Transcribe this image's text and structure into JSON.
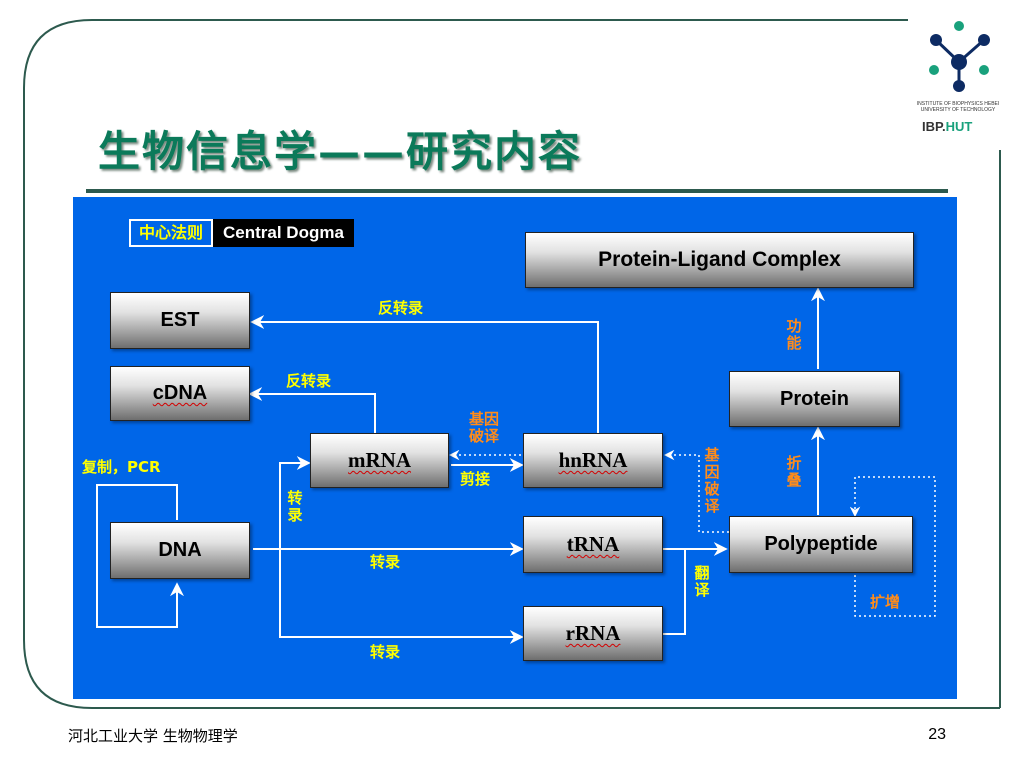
{
  "slide": {
    "title": "生物信息学——研究内容",
    "footer_left": "河北工业大学  生物物理学",
    "page_number": "23"
  },
  "logo": {
    "institute_text": "INSTITUTE OF BIOPHYSICS HEBEI UNIVERSITY OF TECHNOLOGY",
    "brand_main": "IBP.",
    "brand_accent": "HUT",
    "colors": {
      "teal": "#19a17c",
      "navy": "#0d2b63"
    }
  },
  "diagram": {
    "background": "#0066e8",
    "legend": {
      "cn": "中心法则",
      "en": "Central Dogma"
    },
    "nodes": {
      "protein_ligand": "Protein-Ligand Complex",
      "est": "EST",
      "cdna": "cDNA",
      "mrna": "mRNA",
      "hnrna": "hnRNA",
      "protein": "Protein",
      "dna": "DNA",
      "trna": "tRNA",
      "polypeptide": "Polypeptide",
      "rrna": "rRNA"
    },
    "labels": {
      "reverse_transcription_est": "反转录",
      "reverse_transcription_cdna": "反转录",
      "function": "功能",
      "gene_decoding_top": "基因破译",
      "gene_decoding_side": "基因破译",
      "replication": "复制，PCR",
      "splicing": "剪接",
      "folding": "折叠",
      "transcription_vertical": "转录",
      "transcription_trna": "转录",
      "transcription_rrna": "转录",
      "translation": "翻译",
      "amplification": "扩增"
    },
    "label_colors": {
      "yellow": "#ffff00",
      "orange": "#ff8c1a"
    }
  }
}
